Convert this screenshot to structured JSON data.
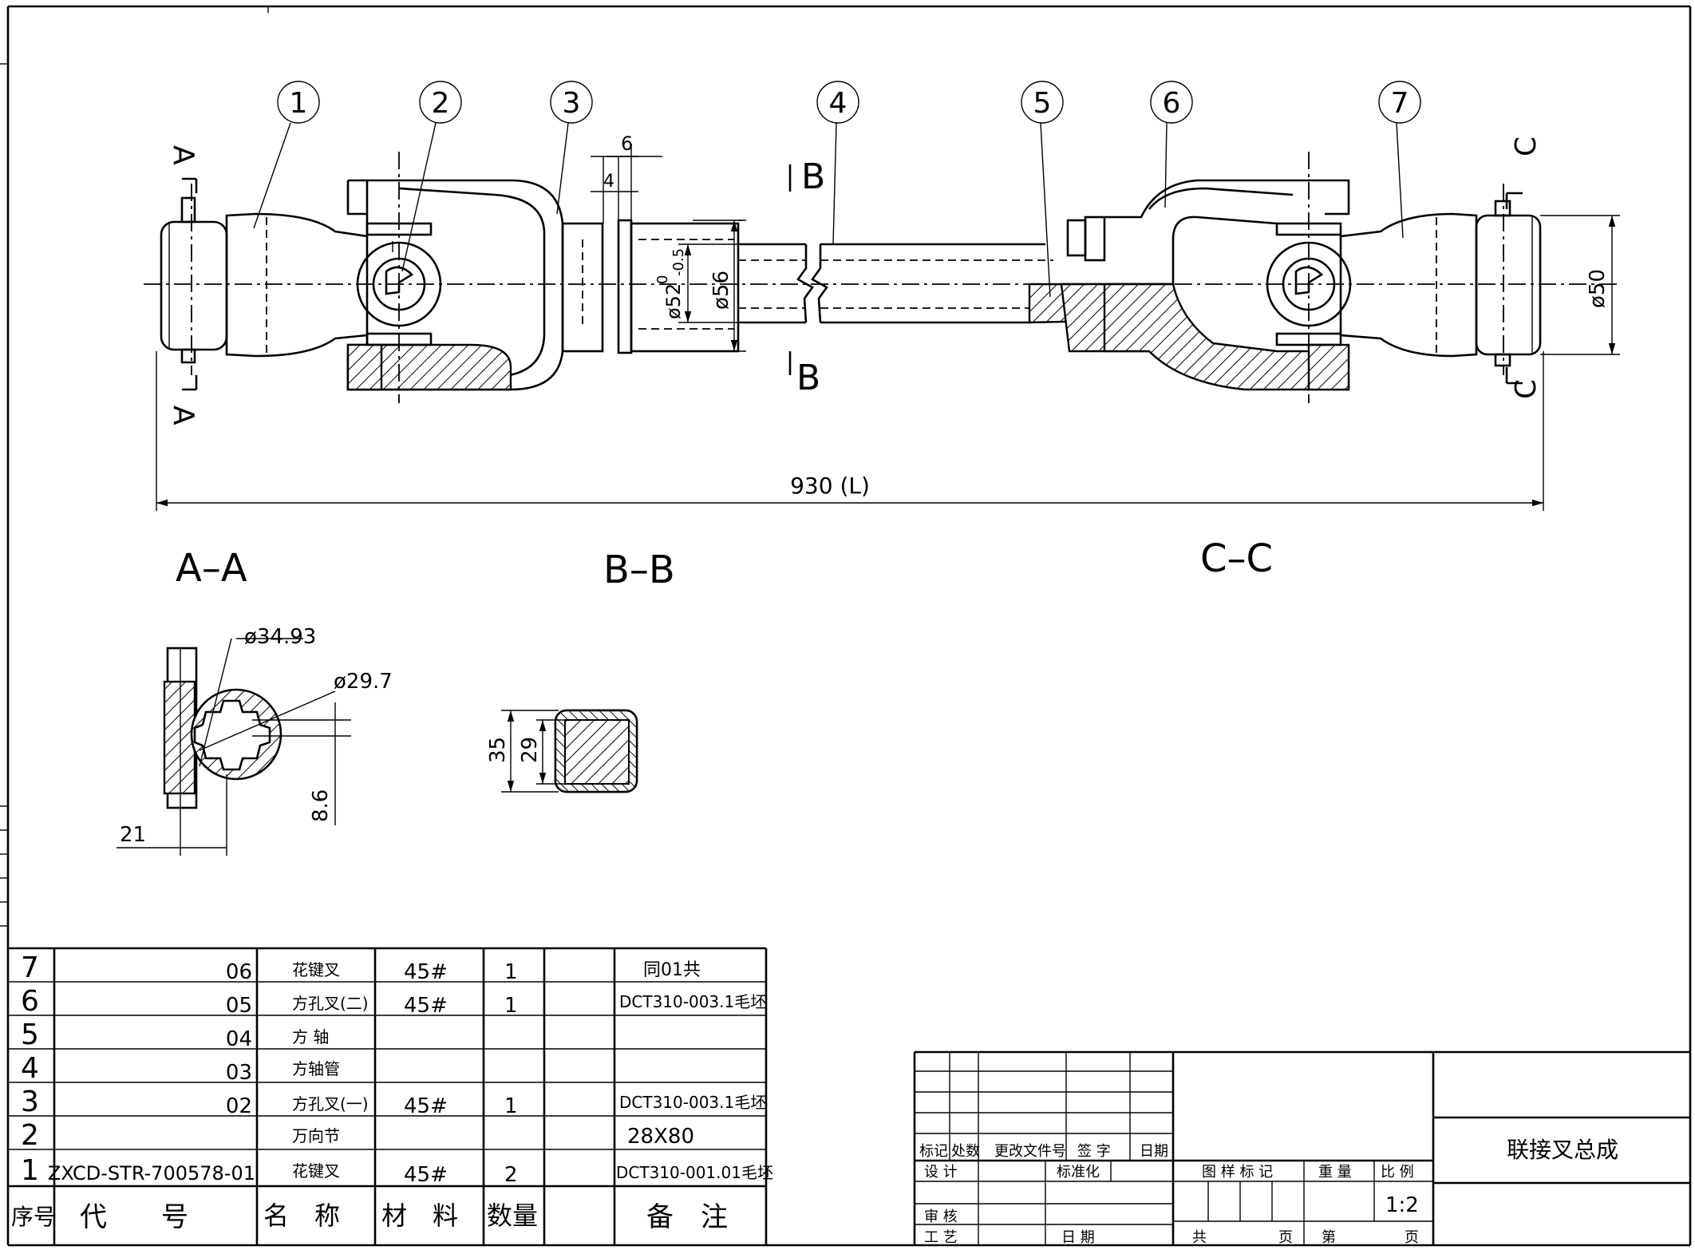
{
  "balloons": [
    "1",
    "2",
    "3",
    "4",
    "5",
    "6",
    "7"
  ],
  "section_marks": {
    "a": "A",
    "b": "B",
    "c": "C"
  },
  "dims": {
    "length": "930 (L)",
    "d56": "ø56",
    "d52": "ø52",
    "tol_upper": "0",
    "tol_lower": "-0.5",
    "d50": "ø50",
    "w6": "6",
    "w4": "4",
    "d3493": "ø34.93",
    "d297": "ø29.7",
    "h86": "8.6",
    "w21": "21",
    "s35": "35",
    "s29": "29"
  },
  "views": {
    "aa": "A–A",
    "bb": "B–B",
    "cc": "C–C"
  },
  "bom": {
    "header": {
      "seq": "序号",
      "code": "代　　号",
      "name": "名　称",
      "material": "材　料",
      "qty": "数量",
      "note": "备　注"
    },
    "rows": [
      {
        "seq": "7",
        "code": "06",
        "name": "花键叉",
        "material": "45#",
        "qty": "1",
        "note": "同01共"
      },
      {
        "seq": "6",
        "code": "05",
        "name": "方孔叉(二)",
        "material": "45#",
        "qty": "1",
        "note": "DCT310-003.1毛坯"
      },
      {
        "seq": "5",
        "code": "04",
        "name": "方 轴",
        "material": "",
        "qty": "",
        "note": ""
      },
      {
        "seq": "4",
        "code": "03",
        "name": "方轴管",
        "material": "",
        "qty": "",
        "note": ""
      },
      {
        "seq": "3",
        "code": "02",
        "name": "方孔叉(一)",
        "material": "45#",
        "qty": "1",
        "note": "DCT310-003.1毛坯"
      },
      {
        "seq": "2",
        "code": "",
        "name": "万向节",
        "material": "",
        "qty": "",
        "note": "28X80"
      },
      {
        "seq": "1",
        "code": "ZXCD-STR-700578-01",
        "name": "花键叉",
        "material": "45#",
        "qty": "2",
        "note": "DCT310-001.01毛坯"
      }
    ]
  },
  "title_block": {
    "drawing_title": "联接叉总成",
    "rev_headers": [
      "标记",
      "处数",
      "更改文件号",
      "签 字",
      "日期"
    ],
    "design": "设 计",
    "standard": "标准化",
    "review": "审 核",
    "process": "工 艺",
    "date": "日 期",
    "mark": "图 样 标 记",
    "weight": "重 量",
    "scale_label": "比 例",
    "scale": "1:2",
    "total": "共",
    "sheet": "页",
    "no": "第",
    "page": "页"
  }
}
